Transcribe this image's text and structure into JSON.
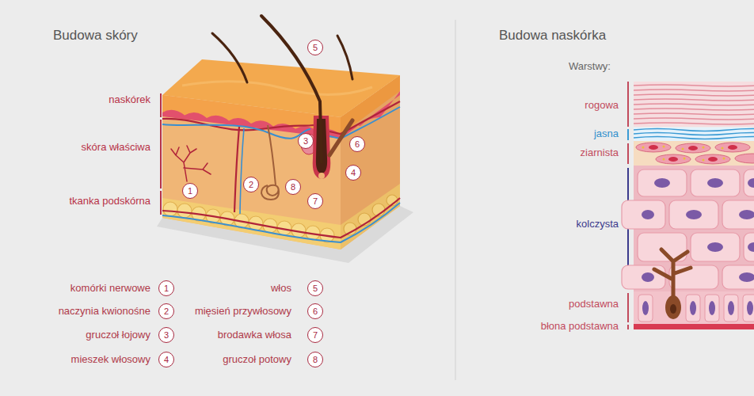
{
  "diagram": {
    "nodes": [
      {
        "text": [
          "1"
        ]
      },
      {
        "text": [
          "2"
        ]
      },
      {
        "text": [
          "3"
        ]
      },
      {
        "text": [
          "4"
        ]
      },
      {
        "text": [
          "5"
        ]
      },
      {
        "text": [
          "6"
        ]
      },
      {
        "text": [
          "7"
        ]
      },
      {
        "text": [
          "8"
        ]
      },
      {
        "text": [
          "1"
        ]
      },
      {
        "text": [
          "2"
        ]
      },
      {
        "text": [
          "3"
        ]
      },
      {
        "text": [
          "4"
        ]
      },
      {
        "text": [
          "5"
        ]
      },
      {
        "text": [
          "6"
        ]
      },
      {
        "text": [
          "7"
        ]
      },
      {
        "text": [
          "8"
        ]
      }
    ],
    "labels": [
      "Budowa skóry",
      "Budowa naskórka",
      "naskórek",
      "skóra właściwa",
      "tkanka podskórna",
      "Warstwy:",
      "rogowa",
      "jasna",
      "ziarnista",
      "kolczysta",
      "podstawna",
      "błona podstawna"
    ],
    "legend": [
      {
        "text": "komórki nerwowe"
      },
      {
        "text": "naczynia kwionośne"
      },
      {
        "text": "gruczoł łojowy"
      },
      {
        "text": "mieszek włosowy"
      },
      {
        "text": "włos"
      },
      {
        "text": "mięsień przywłosowy"
      },
      {
        "text": "brodawka włosa"
      },
      {
        "text": "gruczoł potowy"
      }
    ]
  }
}
